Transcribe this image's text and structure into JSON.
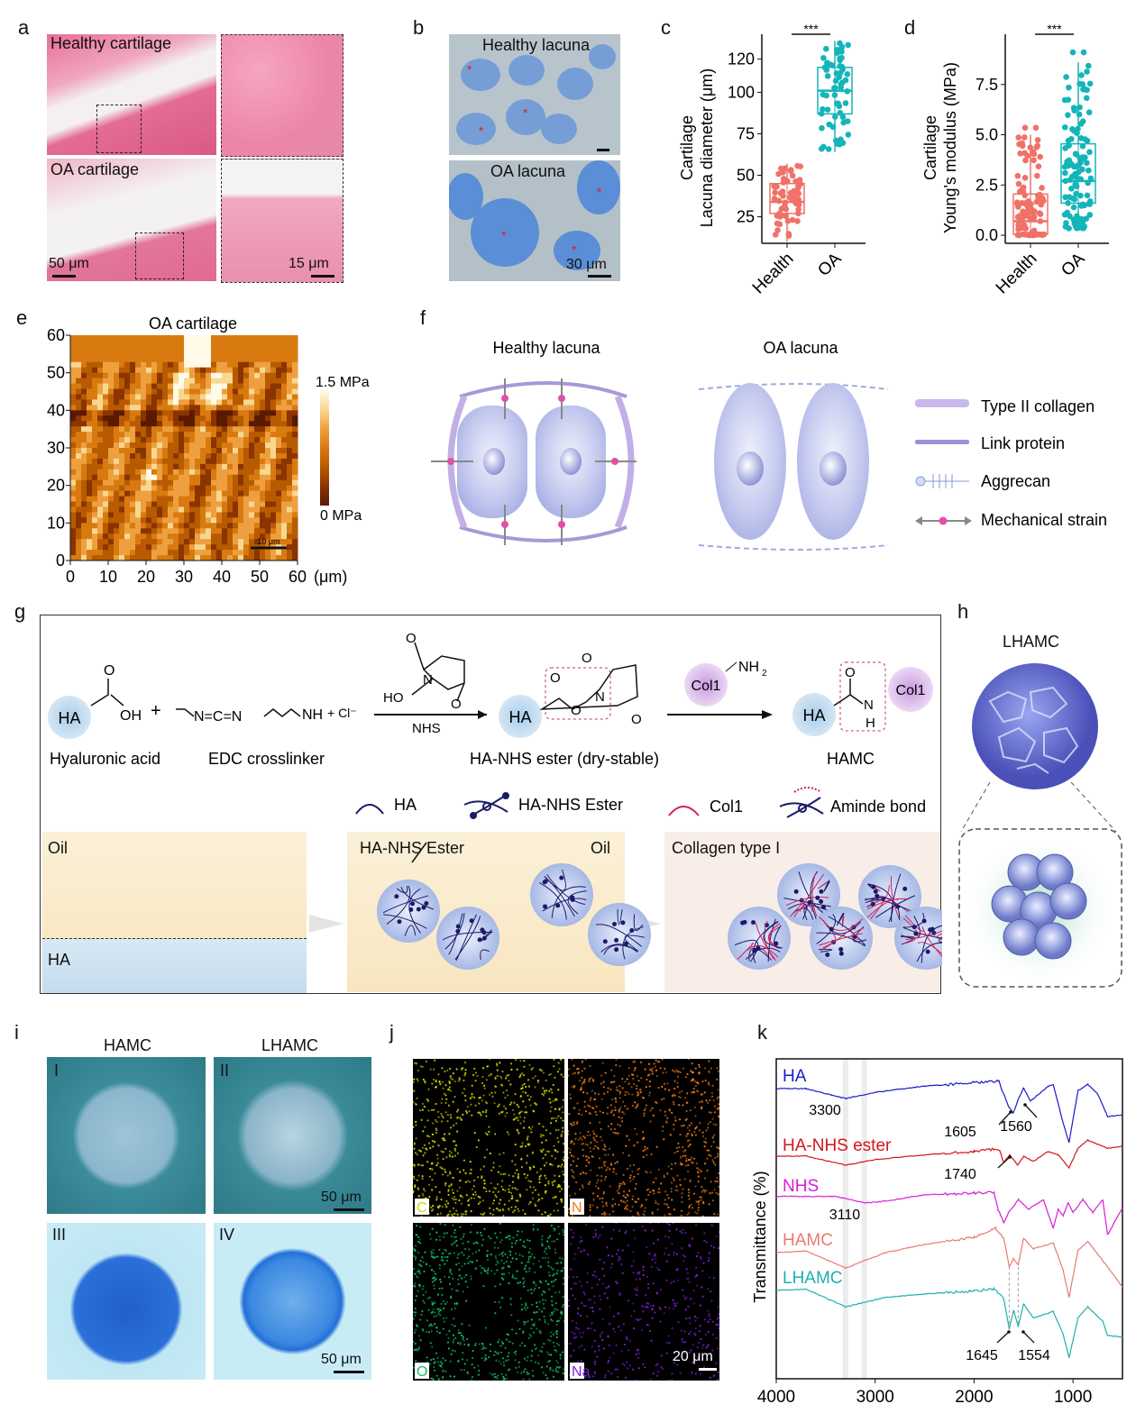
{
  "panels": {
    "a": "a",
    "b": "b",
    "c": "c",
    "d": "d",
    "e": "e",
    "f": "f",
    "g": "g",
    "h": "h",
    "i": "i",
    "j": "j",
    "k": "k"
  },
  "a": {
    "healthy": "Healthy cartilage",
    "oa": "OA cartilage",
    "scale1": "50 μm",
    "scale2": "15 μm"
  },
  "b": {
    "healthy": "Healthy lacuna",
    "oa": "OA lacuna",
    "scale": "30 μm"
  },
  "chart_data": [
    {
      "id": "c",
      "type": "box",
      "ylabel1": "Cartilage",
      "ylabel2": "Lacuna diameter (μm)",
      "categories": [
        "Health",
        "OA"
      ],
      "yticks": [
        25,
        50,
        75,
        100,
        120
      ],
      "ylim": [
        9,
        135
      ],
      "significance": "***",
      "series": [
        {
          "name": "Health",
          "color": "#f07168",
          "min": 10,
          "q1": 27,
          "median": 34,
          "q3": 45,
          "max": 57,
          "n": 60
        },
        {
          "name": "OA",
          "color": "#14b5b8",
          "min": 64,
          "q1": 87,
          "median": 101,
          "q3": 115,
          "max": 131,
          "n": 60
        }
      ]
    },
    {
      "id": "d",
      "type": "box",
      "ylabel1": "Cartilage",
      "ylabel2": "Young's modulus (MPa)",
      "categories": [
        "Health",
        "OA"
      ],
      "yticks": [
        0.0,
        2.5,
        5.0,
        7.5
      ],
      "ytick_labels": [
        "0.0",
        "2.5",
        "5.0",
        "7.5"
      ],
      "ylim": [
        -0.4,
        10
      ],
      "significance": "***",
      "series": [
        {
          "name": "Health",
          "color": "#f07168",
          "min": 0,
          "q1": 0.05,
          "median": 0.7,
          "q3": 2.05,
          "max": 5.0,
          "outliers": [
            5.35,
            5.35
          ],
          "n": 100
        },
        {
          "name": "OA",
          "color": "#14b5b8",
          "min": 0.3,
          "q1": 1.6,
          "median": 2.7,
          "q3": 4.55,
          "max": 8.6,
          "outliers": [
            9.1,
            9.1
          ],
          "n": 110
        }
      ]
    },
    {
      "id": "e",
      "type": "heatmap",
      "title": "OA cartilage",
      "xticks": [
        0,
        10,
        20,
        30,
        40,
        50,
        60
      ],
      "yticks": [
        0,
        10,
        20,
        30,
        40,
        50,
        60
      ],
      "xunit": "(μm)",
      "colorbar": {
        "max": "1.5 MPa",
        "min": "0 MPa"
      },
      "scalebar": "10 μm"
    },
    {
      "id": "k",
      "type": "line",
      "ylabel": "Transmittance (%)",
      "xticks": [
        4000,
        3000,
        2000,
        1000
      ],
      "xlim": [
        4000,
        500
      ],
      "ylim": [
        0,
        100
      ],
      "shaded_bands": [
        3300,
        3110
      ],
      "series": [
        {
          "name": "HA",
          "color": "#1a1acc",
          "points": [
            [
              4000,
              90.7
            ],
            [
              3700,
              90.7
            ],
            [
              3300,
              87.6
            ],
            [
              3000,
              89.5
            ],
            [
              2500,
              91.5
            ],
            [
              2000,
              92.5
            ],
            [
              1750,
              93
            ],
            [
              1650,
              85
            ],
            [
              1605,
              83
            ],
            [
              1560,
              86.8
            ],
            [
              1500,
              91
            ],
            [
              1430,
              86.8
            ],
            [
              1400,
              87.5
            ],
            [
              1250,
              91.5
            ],
            [
              1200,
              92
            ],
            [
              1100,
              80
            ],
            [
              1040,
              73.8
            ],
            [
              950,
              90
            ],
            [
              850,
              92
            ],
            [
              750,
              89
            ],
            [
              650,
              82
            ],
            [
              500,
              82.5
            ]
          ]
        },
        {
          "name": "HA-NHS ester",
          "color": "#d4141c",
          "points": [
            [
              4000,
              69.6
            ],
            [
              3700,
              69.6
            ],
            [
              3300,
              66.8
            ],
            [
              3000,
              68.5
            ],
            [
              2500,
              70
            ],
            [
              2000,
              71
            ],
            [
              1800,
              71.8
            ],
            [
              1740,
              71.5
            ],
            [
              1700,
              67.6
            ],
            [
              1640,
              70
            ],
            [
              1560,
              66.8
            ],
            [
              1500,
              69.5
            ],
            [
              1400,
              68
            ],
            [
              1250,
              71
            ],
            [
              1150,
              70
            ],
            [
              1040,
              66
            ],
            [
              950,
              72
            ],
            [
              850,
              74.6
            ],
            [
              650,
              72
            ],
            [
              500,
              72.7
            ]
          ]
        },
        {
          "name": "NHS",
          "color": "#d81cd8",
          "points": [
            [
              4000,
              57
            ],
            [
              3400,
              57
            ],
            [
              3100,
              55
            ],
            [
              2900,
              55.5
            ],
            [
              2500,
              57.5
            ],
            [
              2000,
              58
            ],
            [
              1800,
              58.3
            ],
            [
              1760,
              53
            ],
            [
              1700,
              48.7
            ],
            [
              1650,
              52
            ],
            [
              1550,
              56
            ],
            [
              1450,
              53
            ],
            [
              1300,
              56
            ],
            [
              1200,
              47
            ],
            [
              1150,
              53
            ],
            [
              1100,
              51
            ],
            [
              1050,
              55
            ],
            [
              1000,
              52
            ],
            [
              900,
              56
            ],
            [
              800,
              52
            ],
            [
              700,
              56
            ],
            [
              650,
              45
            ],
            [
              500,
              53.5
            ]
          ]
        },
        {
          "name": "HAMC",
          "color": "#e87a72",
          "points": [
            [
              4000,
              39.4
            ],
            [
              3700,
              40
            ],
            [
              3300,
              34.6
            ],
            [
              2900,
              39.4
            ],
            [
              2500,
              42
            ],
            [
              2000,
              44.2
            ],
            [
              1780,
              47
            ],
            [
              1700,
              44
            ],
            [
              1645,
              35
            ],
            [
              1600,
              37.5
            ],
            [
              1554,
              35.5
            ],
            [
              1500,
              44
            ],
            [
              1400,
              40.6
            ],
            [
              1200,
              42.5
            ],
            [
              1100,
              34
            ],
            [
              1040,
              25.4
            ],
            [
              950,
              40
            ],
            [
              850,
              43
            ],
            [
              700,
              37
            ],
            [
              500,
              28.7
            ]
          ]
        },
        {
          "name": "LHAMC",
          "color": "#1eb0ae",
          "points": [
            [
              4000,
              27.6
            ],
            [
              3700,
              28
            ],
            [
              3300,
              22.5
            ],
            [
              2900,
              25.4
            ],
            [
              2500,
              26.5
            ],
            [
              2000,
              27.5
            ],
            [
              1800,
              28
            ],
            [
              1700,
              25
            ],
            [
              1645,
              15.5
            ],
            [
              1600,
              21.5
            ],
            [
              1554,
              16.3
            ],
            [
              1500,
              23.4
            ],
            [
              1400,
              19
            ],
            [
              1200,
              21
            ],
            [
              1100,
              14
            ],
            [
              1040,
              6.5
            ],
            [
              950,
              19
            ],
            [
              850,
              22.5
            ],
            [
              700,
              18
            ],
            [
              650,
              13.5
            ],
            [
              500,
              13
            ]
          ]
        }
      ],
      "annotations": [
        "3300",
        "1605",
        "1560",
        "1740",
        "3110",
        "1645",
        "1554"
      ]
    }
  ],
  "f": {
    "healthy": "Healthy lacuna",
    "oa": "OA lacuna",
    "legend": [
      "Type II collagen",
      "Link protein",
      "Aggrecan",
      "Mechanical strain"
    ]
  },
  "g": {
    "ha": "HA",
    "oh": "OH",
    "plus": "+",
    "edc_formula": "N=C=N",
    "nh": "NH",
    "cl": "+ Cl⁻",
    "ho": "HO",
    "n": "N",
    "o": "O",
    "nhs": "NHS",
    "col1": "Col1",
    "nh2": "NH",
    "nh2sub": "2",
    "h": "H",
    "captions": [
      "Hyaluronic acid",
      "EDC crosslinker",
      "HA-NHS ester (dry-stable)",
      "HAMC"
    ],
    "legend": [
      "HA",
      "HA-NHS Ester",
      "Col1",
      "Aminde bond"
    ],
    "stage1": {
      "oil": "Oil",
      "ha": "HA"
    },
    "stage2": {
      "ester": "HA-NHS Ester",
      "oil": "Oil"
    },
    "stage3": {
      "label": "Collagen type I"
    }
  },
  "h": {
    "title": "LHAMC"
  },
  "i": {
    "hamc": "HAMC",
    "lhamc": "LHAMC",
    "romans": [
      "I",
      "II",
      "III",
      "IV"
    ],
    "scale": "50 μm"
  },
  "j": {
    "elements": [
      "C",
      "N",
      "O",
      "Na"
    ],
    "colors": [
      "#d8d800",
      "#f07a10",
      "#10c060",
      "#8020e0"
    ],
    "scale": "20 μm"
  }
}
